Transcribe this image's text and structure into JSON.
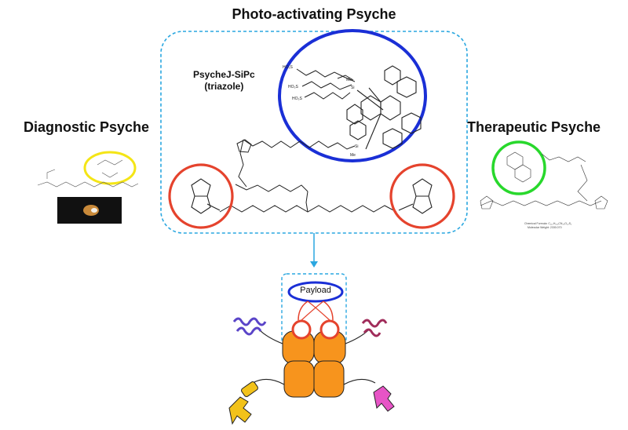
{
  "titles": {
    "photo": "Photo-activating Psyche",
    "diagnostic": "Diagnostic Psyche",
    "therapeutic": "Therapeutic Psyche"
  },
  "compound": {
    "name_line1": "PsycheJ-SiPc",
    "name_line2": "(triazole)"
  },
  "payload": "Payload",
  "colors": {
    "dashed_box": "#2aa7e0",
    "blue_ring": "#1a2fd6",
    "red_ring": "#e5432d",
    "yellow_ring": "#f4e516",
    "green_ring": "#28d82c",
    "protein": "#f7941d",
    "yellow_antibody": "#f2c21a",
    "pink_antibody": "#e754c6",
    "purple_helix": "#5a44c8",
    "maroon_helix": "#a02c5a"
  },
  "icons": [
    "phthalocyanine-structure",
    "biotin-structure",
    "protein-helix",
    "antibody-y-shape",
    "arrow-down"
  ]
}
